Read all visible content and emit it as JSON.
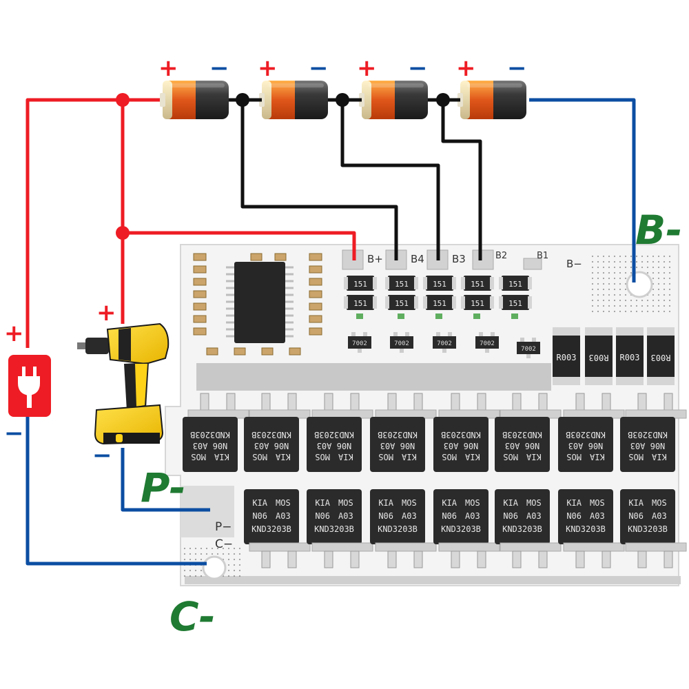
{
  "symbols": {
    "plus": "+",
    "minus": "−"
  },
  "labels": {
    "b_minus_big": "B-",
    "p_minus_big": "P-",
    "c_minus_big": "C-"
  },
  "pcb": {
    "pads": {
      "b_plus": "B+",
      "b4": "B4",
      "b3": "B3",
      "b2": "B2",
      "b1": "B1",
      "b_minus": "B−"
    },
    "side_labels": {
      "p_minus": "P−",
      "c_minus": "C−"
    },
    "resistor_151": "151",
    "transistor_7002": "7002",
    "shunt_text": "R003",
    "mosfet": {
      "brand": "KIA",
      "type": "MOS",
      "line2_left": "N06",
      "line2_right": "A03",
      "part": "KND3203B"
    }
  },
  "colors": {
    "wire_positive": "#ee1c24",
    "wire_negative": "#0b4ea2",
    "wire_balance": "#111111",
    "label_green": "#1f7a32",
    "pcb": "#f4f4f4",
    "mosfet_body": "#2b2b2b"
  },
  "icons": {
    "charger": "power-plug-icon",
    "load": "cordless-drill-icon",
    "cell": "battery-cell-icon"
  }
}
